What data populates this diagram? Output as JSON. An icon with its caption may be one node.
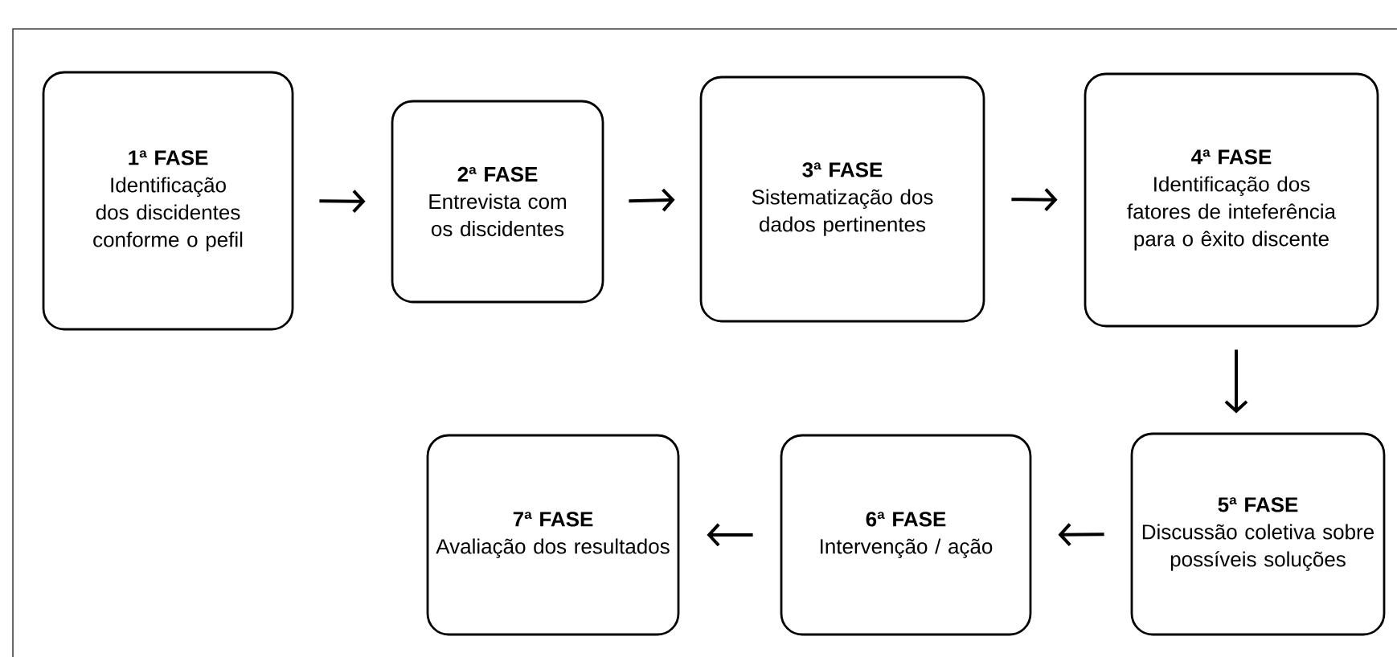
{
  "diagram": {
    "nodes": [
      {
        "text": [
          "1ª FASE",
          "Identificação dos discidentes conforme o pefil"
        ]
      },
      {
        "text": [
          "2ª FASE",
          "Entrevista com os discidentes"
        ]
      },
      {
        "text": [
          "3ª FASE",
          "Sistematização dos dados pertinentes"
        ]
      },
      {
        "text": [
          "4ª FASE",
          "Identificação dos fatores de inteferência para o êxito discente"
        ]
      },
      {
        "text": [
          "5ª FASE",
          "Discussão coletiva sobre possíveis soluções"
        ]
      },
      {
        "text": [
          "6ª FASE",
          "Intervenção / ação"
        ]
      },
      {
        "text": [
          "7ª FASE",
          "Avaliação dos resultados"
        ]
      }
    ],
    "edges": [
      {
        "from": 0,
        "to": 1,
        "arrow": "to"
      },
      {
        "from": 1,
        "to": 2,
        "arrow": "to"
      },
      {
        "from": 2,
        "to": 3,
        "arrow": "to"
      },
      {
        "from": 3,
        "to": 4,
        "arrow": "to"
      },
      {
        "from": 4,
        "to": 5,
        "arrow": "to"
      },
      {
        "from": 5,
        "to": 6,
        "arrow": "to"
      }
    ]
  }
}
